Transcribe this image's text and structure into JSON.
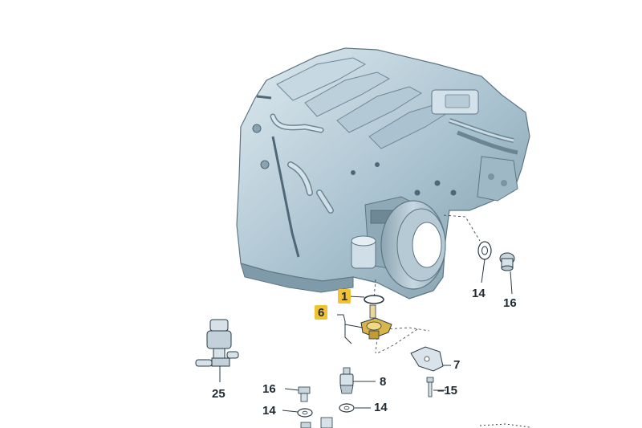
{
  "callouts": {
    "c1": "1",
    "c6": "6",
    "c14_top": "14",
    "c16_top": "16",
    "c7": "7",
    "c8": "8",
    "c15": "15",
    "c16_bottom": "16",
    "c14_left": "14",
    "c14_right": "14",
    "c25": "25"
  },
  "colors": {
    "engine_body": "#a9c2cf",
    "engine_shadow": "#7f9aa8",
    "engine_highlight": "#dfeaf0",
    "line": "#2b3a44",
    "highlight_badge": "#f1c232",
    "part_yellow": "#d8b44a"
  },
  "parts": [
    {
      "id": "engine",
      "icon": "engine-block-illustration"
    },
    {
      "id": "1",
      "icon": "o-ring-seal"
    },
    {
      "id": "6",
      "icon": "sensor-with-bracket"
    },
    {
      "id": "7",
      "icon": "mounting-bracket"
    },
    {
      "id": "8",
      "icon": "oil-pressure-switch"
    },
    {
      "id": "14",
      "icon": "sealing-washer"
    },
    {
      "id": "15",
      "icon": "bolt"
    },
    {
      "id": "16",
      "icon": "plug-screw"
    },
    {
      "id": "25",
      "icon": "valve-t-connector"
    }
  ]
}
